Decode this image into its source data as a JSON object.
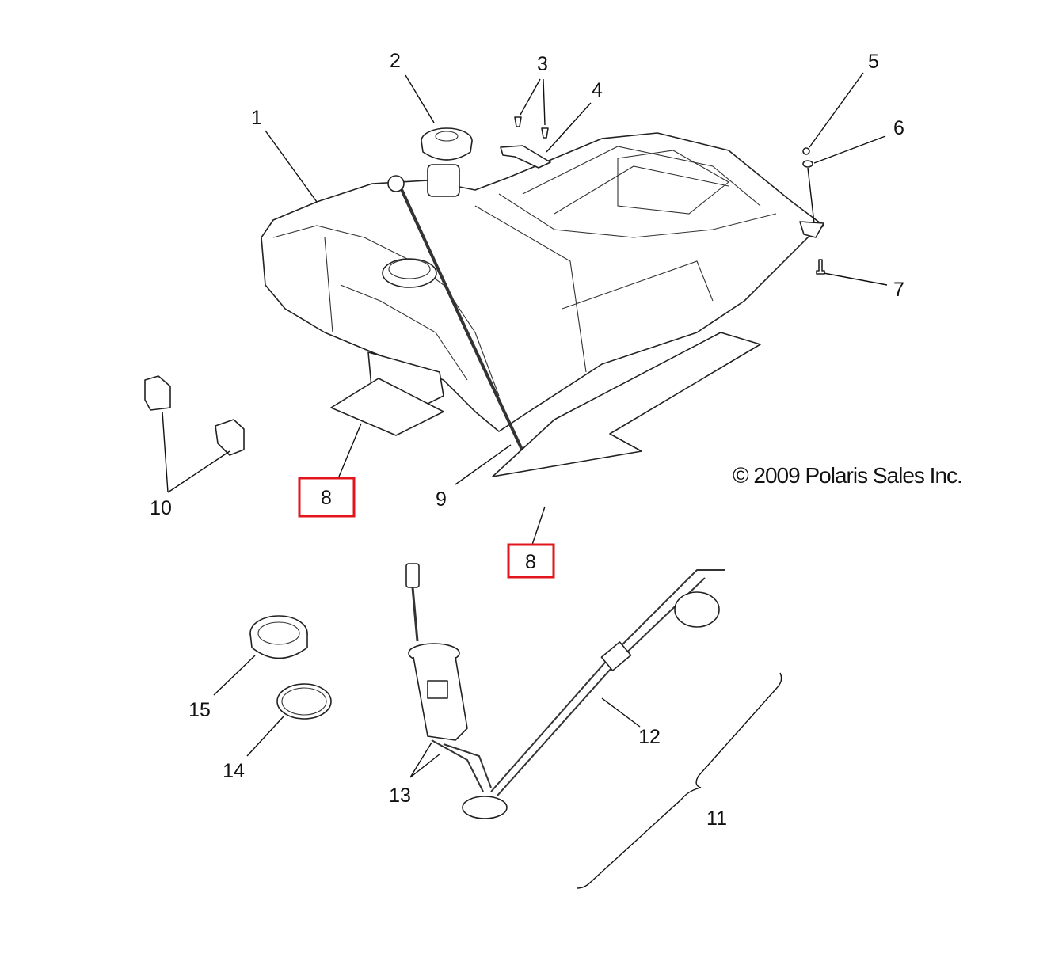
{
  "diagram": {
    "title": "Fuel tank assembly exploded parts diagram",
    "copyright": "© 2009 Polaris Sales Inc.",
    "highlight_color": "#e3141b",
    "callouts": [
      {
        "id": "c1",
        "label": "1"
      },
      {
        "id": "c2",
        "label": "2"
      },
      {
        "id": "c3",
        "label": "3"
      },
      {
        "id": "c4",
        "label": "4"
      },
      {
        "id": "c5",
        "label": "5"
      },
      {
        "id": "c6",
        "label": "6"
      },
      {
        "id": "c7",
        "label": "7"
      },
      {
        "id": "c8a",
        "label": "8",
        "highlighted": true
      },
      {
        "id": "c8b",
        "label": "8",
        "highlighted": true
      },
      {
        "id": "c9",
        "label": "9"
      },
      {
        "id": "c10",
        "label": "10"
      },
      {
        "id": "c11",
        "label": "11"
      },
      {
        "id": "c12",
        "label": "12"
      },
      {
        "id": "c13",
        "label": "13"
      },
      {
        "id": "c14",
        "label": "14"
      },
      {
        "id": "c15",
        "label": "15"
      }
    ]
  }
}
